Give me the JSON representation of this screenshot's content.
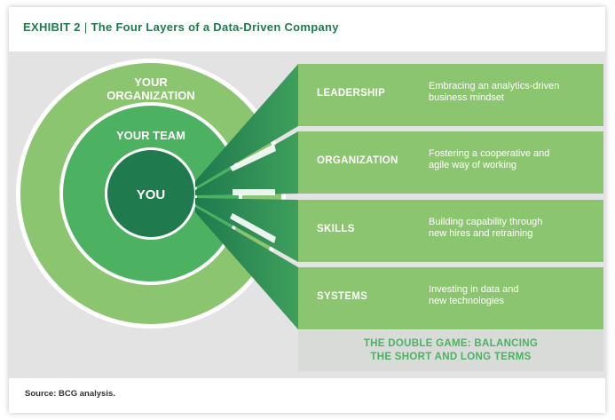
{
  "title": {
    "exhibit": "EXHIBIT 2",
    "separator": "|",
    "text": "The Four Layers of a Data-Driven Company"
  },
  "circles": {
    "outer": [
      "YOUR",
      "ORGANIZATION"
    ],
    "middle": "YOUR TEAM",
    "inner": "YOU"
  },
  "layers": [
    {
      "label": "LEADERSHIP",
      "desc": [
        "Embracing an analytics-driven",
        "business mindset"
      ]
    },
    {
      "label": "ORGANIZATION",
      "desc": [
        "Fostering a cooperative and",
        "agile way of working"
      ]
    },
    {
      "label": "SKILLS",
      "desc": [
        "Building capability through",
        "new hires and retraining"
      ]
    },
    {
      "label": "SYSTEMS",
      "desc": [
        "Investing in data and",
        "new technologies"
      ]
    }
  ],
  "footer": [
    "THE DOUBLE GAME: BALANCING",
    "THE SHORT AND LONG TERMS"
  ],
  "source": "Source: BCG analysis.",
  "colors": {
    "title": "#1f7a4d",
    "outer_ring": "#8cc56f",
    "middle_ring": "#4cb262",
    "inner_circle": "#1f7a4d",
    "beam": "#1f7a4d",
    "panel": "#8cc56f",
    "footer_text": "#4cb262"
  }
}
